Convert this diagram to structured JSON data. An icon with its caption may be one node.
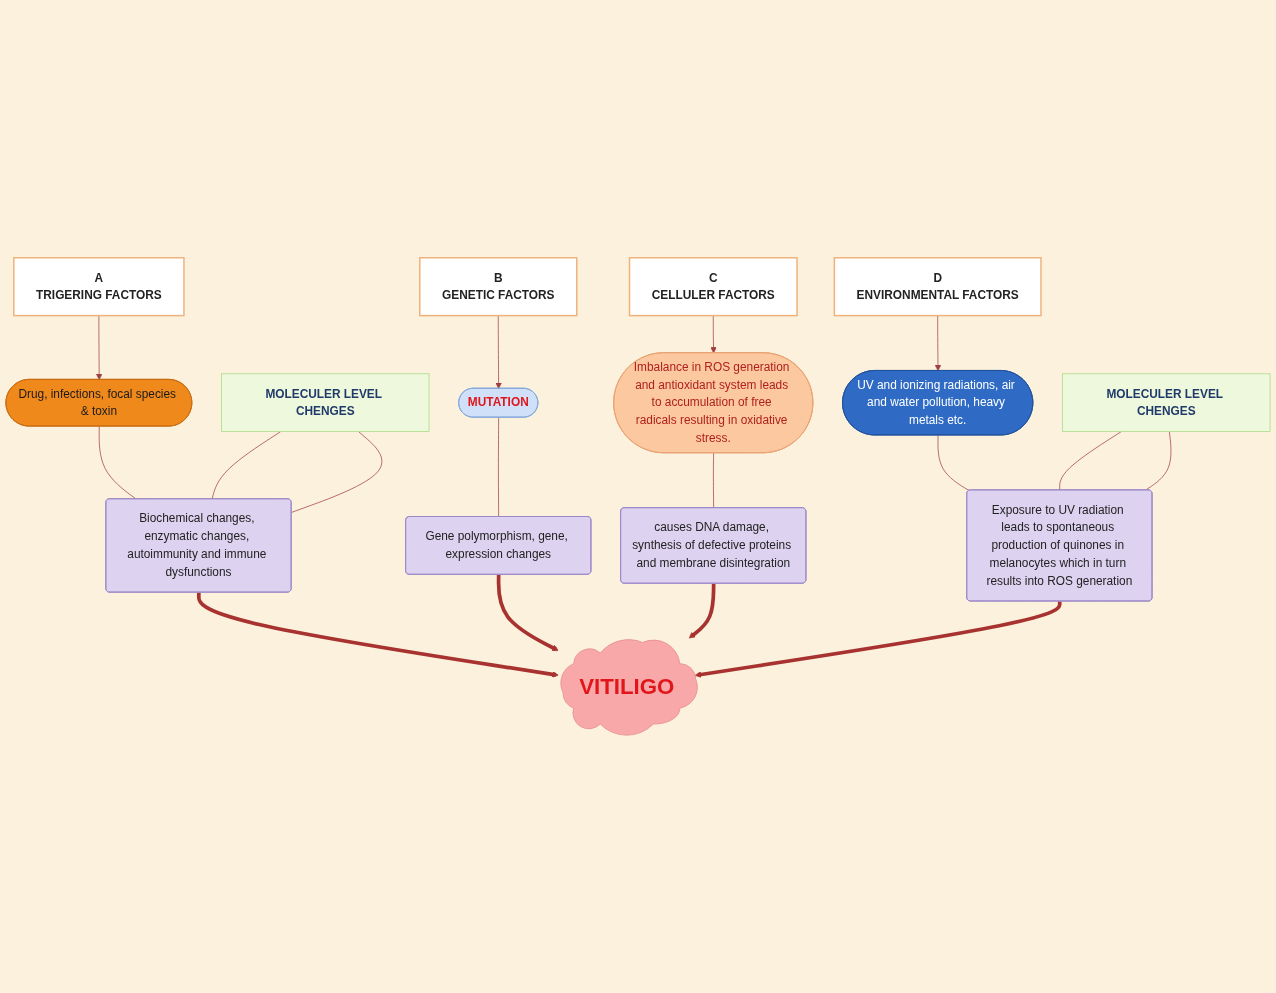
{
  "diagram": {
    "nodes": [
      {
        "text": [
          "A",
          "TRIGERING FACTORS"
        ]
      },
      {
        "text": [
          "B",
          "GENETIC FACTORS"
        ]
      },
      {
        "text": [
          "C",
          "CELLULER FACTORS"
        ]
      },
      {
        "text": [
          "D",
          "ENVIRONMENTAL FACTORS"
        ]
      },
      {
        "text": [
          "Drug, infections, focal species & toxin"
        ]
      },
      {
        "text": [
          "MUTATION"
        ]
      },
      {
        "text": [
          "Imbalance in ROS generation and antioxidant system leads to accumulation of free radicals resulting in oxidative stress."
        ]
      },
      {
        "text": [
          "UV and ionizing radiations, air and water pollution, heavy metals etc."
        ]
      },
      {
        "text": [
          "MOLECULER LEVEL CHENGES"
        ]
      },
      {
        "text": [
          "Biochemical changes, enzymatic changes, autoimmunity and immune dysfunctions"
        ]
      },
      {
        "text": [
          "Gene polymorphism, gene, expression changes"
        ]
      },
      {
        "text": [
          "causes DNA damage, synthesis of defective proteins and membrane disintegration"
        ]
      },
      {
        "text": [
          "Exposure to UV radiation leads to spontaneous production of quinones in melanocytes which in turn results into ROS generation"
        ]
      },
      {
        "text": [
          "MOLECULER LEVEL CHENGES"
        ]
      },
      {
        "text": [
          "VITILIGO"
        ]
      }
    ],
    "edges": [
      {
        "from": 0,
        "to": 4,
        "arrow": "to"
      },
      {
        "from": 1,
        "to": 5,
        "arrow": "to"
      },
      {
        "from": 2,
        "to": 6,
        "arrow": "to"
      },
      {
        "from": 3,
        "to": 7,
        "arrow": "to"
      },
      {
        "from": 4,
        "to": 9,
        "arrow": "none"
      },
      {
        "from": 5,
        "to": 10,
        "arrow": "none"
      },
      {
        "from": 6,
        "to": 11,
        "arrow": "none"
      },
      {
        "from": 7,
        "to": 12,
        "arrow": "none"
      },
      {
        "from": 8,
        "to": 9,
        "arrow": "none"
      },
      {
        "from": 8,
        "to": 9,
        "arrow": "none"
      },
      {
        "from": 13,
        "to": 12,
        "arrow": "none"
      },
      {
        "from": 13,
        "to": 12,
        "arrow": "none"
      },
      {
        "from": 9,
        "to": 14,
        "arrow": "to",
        "style": "thick",
        "color": "#a8322f"
      },
      {
        "from": 10,
        "to": 14,
        "arrow": "to",
        "style": "thick",
        "color": "#a8322f"
      },
      {
        "from": 11,
        "to": 14,
        "arrow": "to",
        "style": "thick",
        "color": "#a8322f"
      },
      {
        "from": 12,
        "to": 14,
        "arrow": "to",
        "style": "thick",
        "color": "#a8322f"
      }
    ]
  }
}
